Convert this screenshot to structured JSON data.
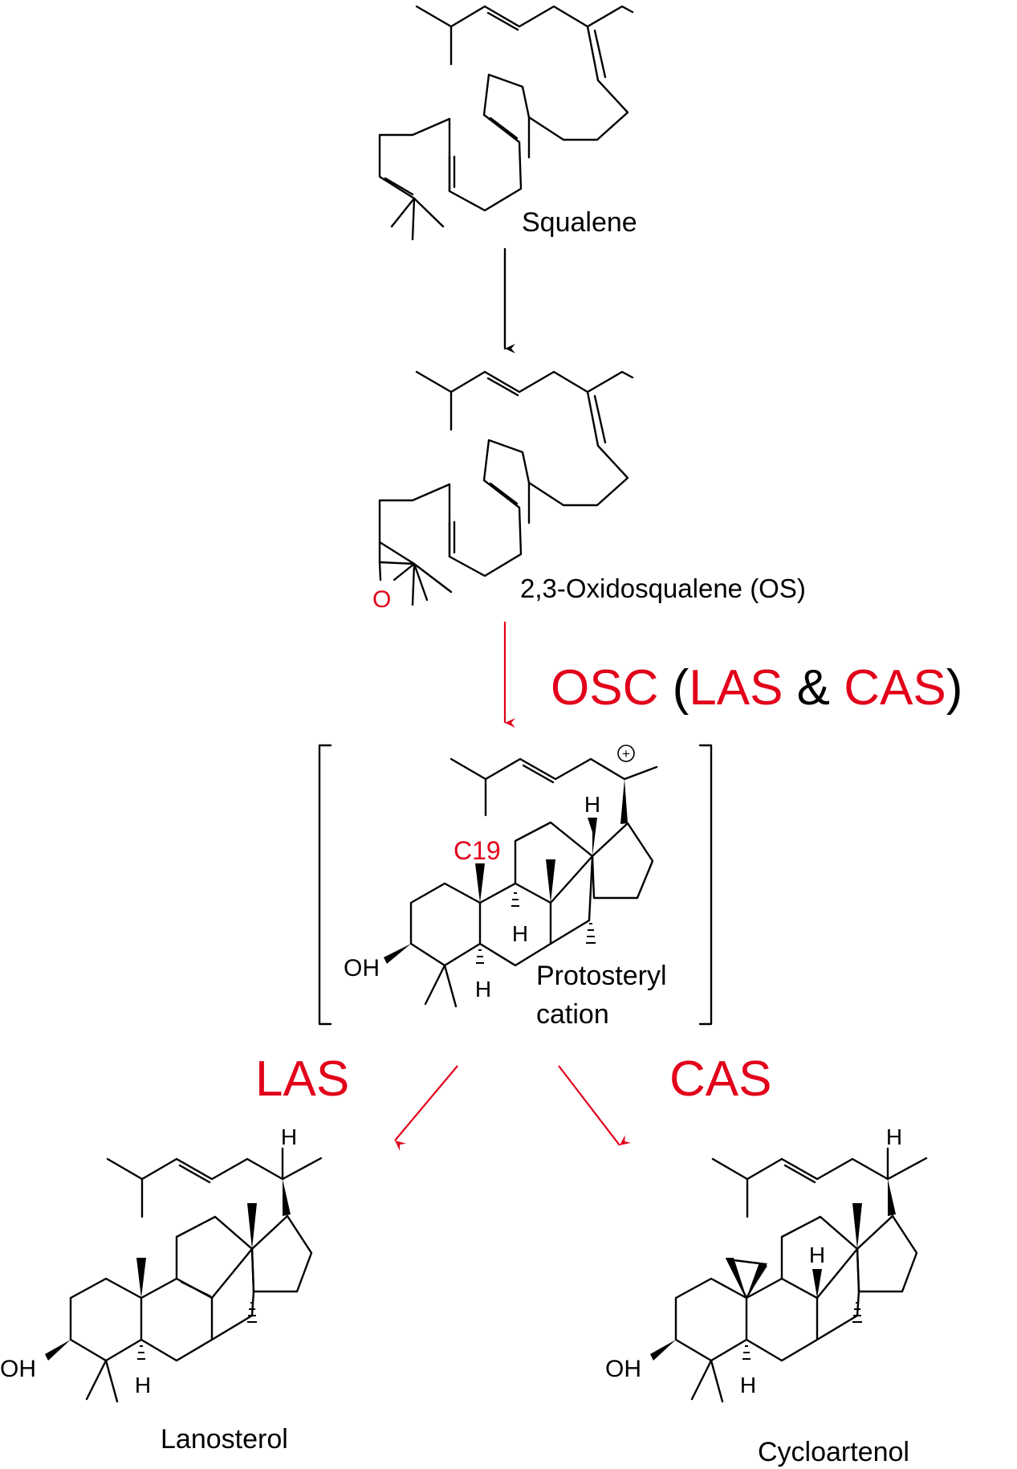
{
  "colors": {
    "ink": "#000000",
    "accent": "#e2001a"
  },
  "compounds": {
    "squalene": "Squalene",
    "oxidosqualene": "2,3-Oxidosqualene (OS)",
    "protosteryl_line1": "Protosteryl",
    "protosteryl_line2": "cation",
    "lanosterol": "Lanosterol",
    "cycloartenol": "Cycloartenol"
  },
  "step_label": {
    "osc": "OSC",
    "open": " (",
    "las": "LAS",
    "amp": " & ",
    "cas": "CAS",
    "close": ")"
  },
  "branches": {
    "left": "LAS",
    "right": "CAS"
  },
  "atoms": {
    "oxygen": "O",
    "hydroxyl": "OH",
    "hydrogen": "H",
    "c19": "C19",
    "plus": "+"
  }
}
